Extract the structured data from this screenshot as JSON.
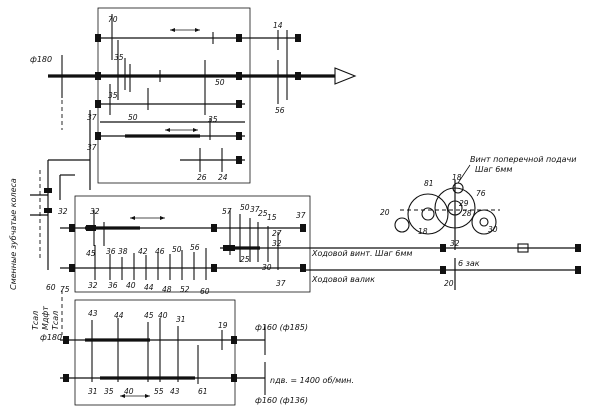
{
  "labels": {
    "gear_numbers": [
      "70",
      "14",
      "35",
      "35",
      "50",
      "50",
      "56",
      "37",
      "35",
      "37",
      "26",
      "24",
      "32",
      "32",
      "45",
      "50",
      "37",
      "25",
      "15",
      "57",
      "25",
      "37",
      "27",
      "36",
      "38",
      "42",
      "46",
      "50",
      "56",
      "32",
      "36",
      "40",
      "44",
      "48",
      "52",
      "60",
      "37",
      "32",
      "30",
      "60",
      "75",
      "43",
      "44",
      "45",
      "40",
      "31",
      "19",
      "31",
      "35",
      "40",
      "55",
      "43",
      "61",
      "81",
      "18",
      "76",
      "29",
      "28",
      "20",
      "18",
      "30",
      "32",
      "20"
    ],
    "phi_180_top": "ф180",
    "phi_180_left": "ф180",
    "phi_160_185": "ф160 (ф185)",
    "phi_160_136": "ф160 (ф136)",
    "motor_speed": "nдв. = 1400 об/мин.",
    "cross_feed_screw_line1": "Винт поперечной подачи",
    "cross_feed_screw_line2": "Шаг 6мм",
    "lead_screw": "Ходовой винт. Шаг 6мм",
    "feed_shaft": "Ходовой валик",
    "change_gears": "Сменные зубчатые колеса",
    "teeth_rack": "6 зак",
    "rack_labels": [
      "Тсал",
      "Мдфт",
      "Тсал"
    ]
  }
}
